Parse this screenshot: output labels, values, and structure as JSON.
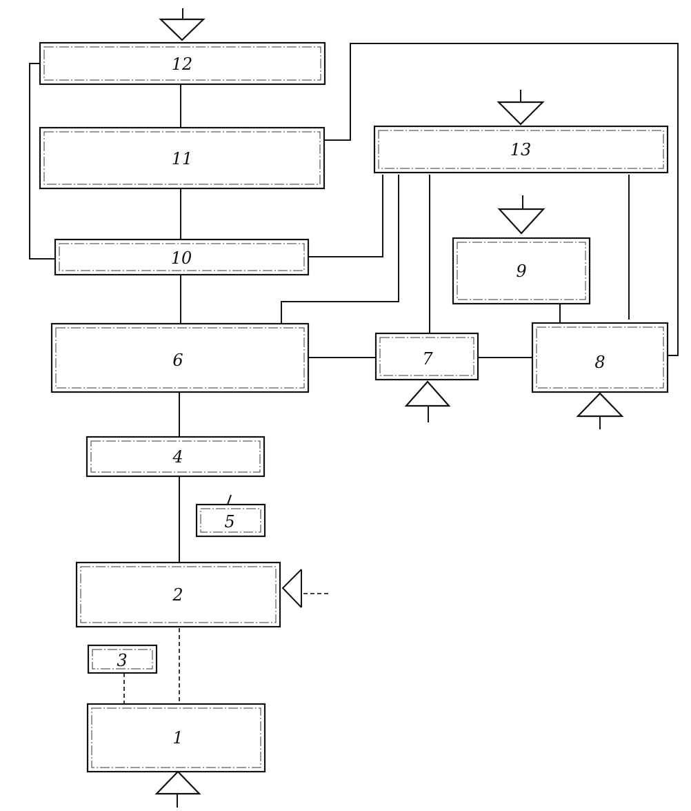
{
  "blocks": {
    "b1": "1",
    "b2": "2",
    "b3": "3",
    "b4": "4",
    "b5": "5",
    "b6": "6",
    "b7": "7",
    "b8": "8",
    "b9": "9",
    "b10": "10",
    "b11": "11",
    "b12": "12",
    "b13": "13"
  }
}
